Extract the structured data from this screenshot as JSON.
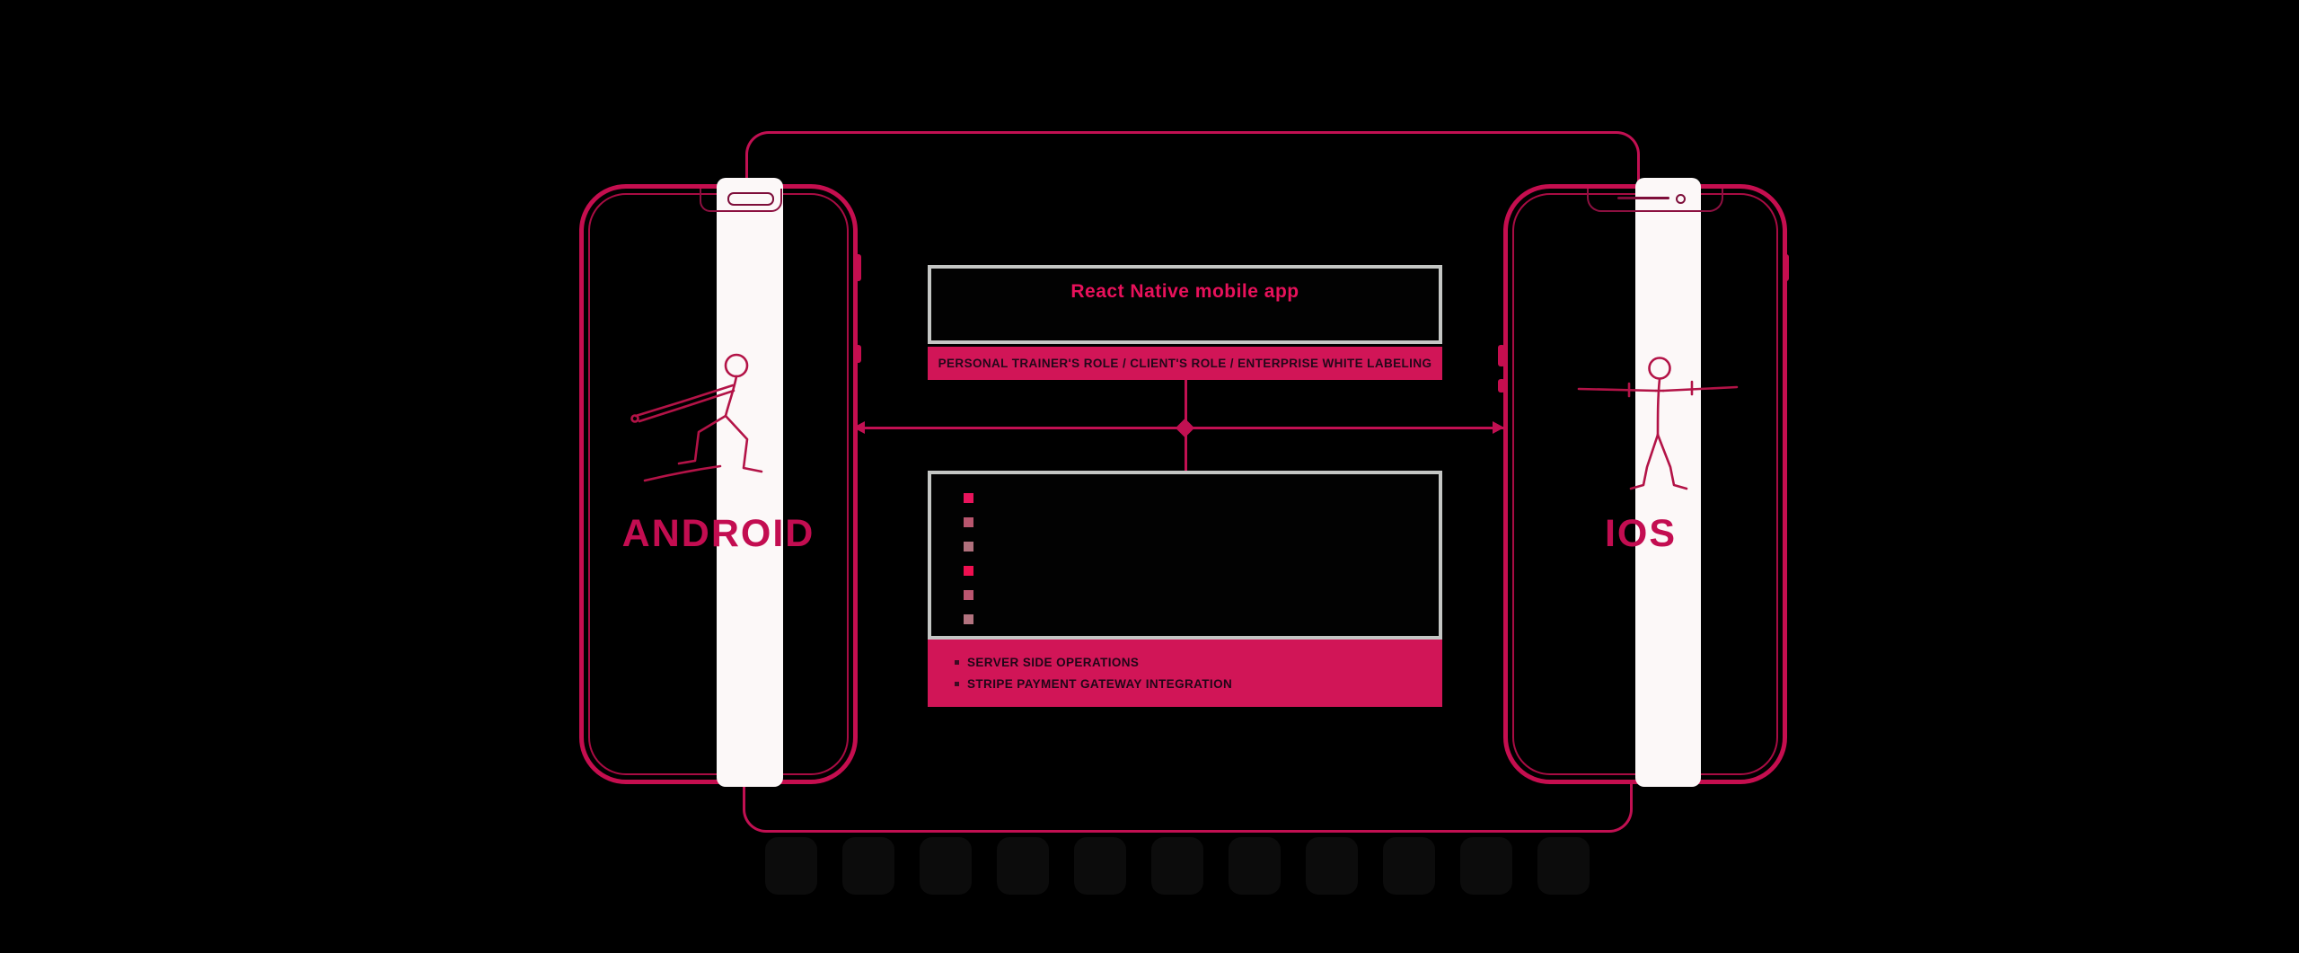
{
  "app_box": {
    "title": "React Native mobile app"
  },
  "roles_banner": {
    "text": "PERSONAL TRAINER'S ROLE / CLIENT'S ROLE / ENTERPRISE WHITE LABELING"
  },
  "platforms": {
    "left_label": "ANDROID",
    "right_label": "IOS"
  },
  "features_box": {
    "bullet_colors": [
      "#e8145c",
      "#b8566e",
      "#b0707c",
      "#ef0f50",
      "#bb5670",
      "#b3737f"
    ]
  },
  "backend_banner": {
    "lines": [
      "SERVER SIDE OPERATIONS",
      "STRIPE PAYMENT GATEWAY INTEGRATION"
    ]
  },
  "icons": {
    "left_phone": "android-phone-outline-icon",
    "right_phone": "iphone-outline-icon",
    "left_figure": "lunge-exercise-figure-icon",
    "right_figure": "arm-stretch-exercise-figure-icon"
  },
  "colors": {
    "background": "#000000",
    "accent_pink": "#d11557",
    "outline_pink": "#c50e4f",
    "connector_pink": "#c11052",
    "title_pink": "#e8115b",
    "box_border_gray": "#c4c6c4",
    "stripe_white": "#fcf8f8",
    "banner_text_dark": "#23081a"
  },
  "watermark": {
    "blob_count": 11
  }
}
